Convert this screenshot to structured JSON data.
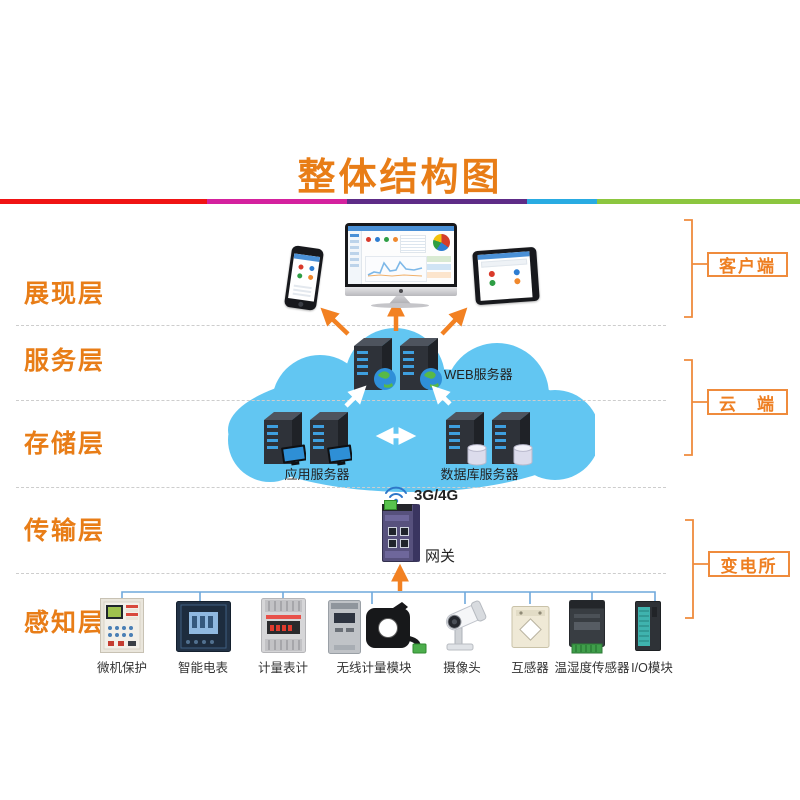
{
  "title": "整体结构图",
  "divider_colors": [
    "#f01414",
    "#d4219e",
    "#5e2c87",
    "#29abe2",
    "#8cc63f"
  ],
  "layers": [
    {
      "label": "展现层"
    },
    {
      "label": "服务层"
    },
    {
      "label": "存储层"
    },
    {
      "label": "传输层"
    },
    {
      "label": "感知层"
    }
  ],
  "right_groups": [
    {
      "label": "客户端"
    },
    {
      "label": "云　端"
    },
    {
      "label": "变电所"
    }
  ],
  "cloud": {
    "web_server": "WEB服务器",
    "app_server": "应用服务器",
    "db_server": "数据库服务器"
  },
  "transport": {
    "signal": "3G/4G",
    "gateway": "网关"
  },
  "devices": [
    {
      "label": "微机保护"
    },
    {
      "label": "智能电表"
    },
    {
      "label": "计量表计"
    },
    {
      "label": "无线计量模块"
    },
    {
      "label": "摄像头"
    },
    {
      "label": "互感器"
    },
    {
      "label": "温湿度传感器"
    },
    {
      "label": "I/O模块"
    }
  ],
  "colors": {
    "accent_orange": "#e87d17",
    "bracket_orange": "#ef8b3c",
    "cloud_blue": "#62c6f2",
    "bus_blue": "#6fa8dc",
    "arrow_orange": "#f28122"
  }
}
